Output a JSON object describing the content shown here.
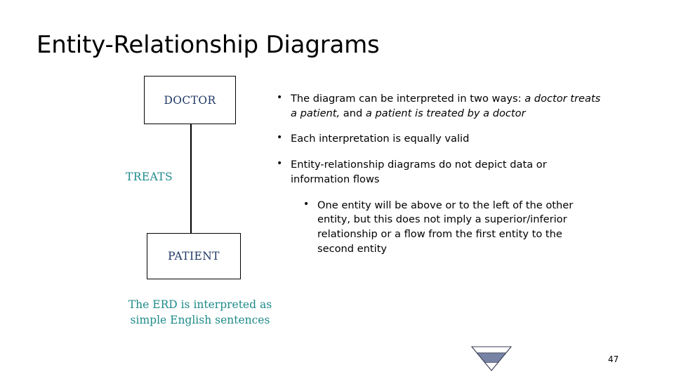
{
  "slide": {
    "title": "Entity-Relationship Diagrams",
    "page_number": "47"
  },
  "diagram": {
    "entity_top": "DOCTOR",
    "relationship": "TREATS",
    "entity_bottom": "PATIENT",
    "caption_line1": "The ERD is interpreted as",
    "caption_line2": "simple English sentences",
    "entity_text_color": "#1F3864",
    "relationship_text_color": "#1F8A8A",
    "caption_text_color": "#1F8A8A",
    "box_border_color": "#000000",
    "connector_color": "#000000"
  },
  "bullets": [
    {
      "level": 1,
      "segments": [
        {
          "text": "The diagram can be interpreted in two ways: ",
          "italic": false
        },
        {
          "text": "a doctor treats a patient,",
          "italic": true
        },
        {
          "text": " and ",
          "italic": false
        },
        {
          "text": "a patient is treated by a doctor",
          "italic": true
        }
      ]
    },
    {
      "level": 1,
      "segments": [
        {
          "text": "Each interpretation is equally valid",
          "italic": false
        }
      ]
    },
    {
      "level": 1,
      "segments": [
        {
          "text": "Entity-relationship diagrams do not depict data or information flows",
          "italic": false
        }
      ]
    },
    {
      "level": 2,
      "segments": [
        {
          "text": "One entity will be above or to the left of the other entity, but this does not imply a superior/inferior relationship or a flow from the first entity to the second entity",
          "italic": false
        }
      ]
    }
  ],
  "logo": {
    "name": "inverted-triangle-logo",
    "band_color": "#7683A4",
    "outline_color": "#3A3F55"
  }
}
